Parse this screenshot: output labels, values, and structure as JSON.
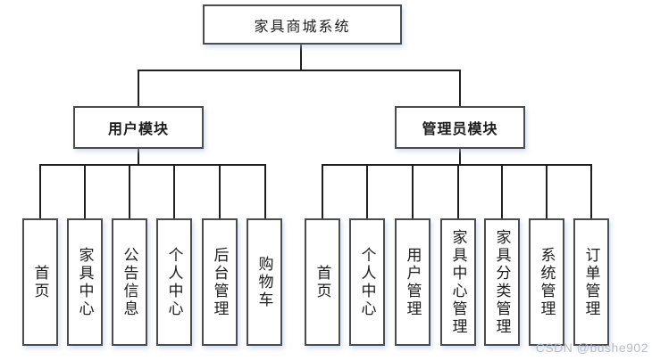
{
  "diagram": {
    "root": {
      "label": "家具商城系统"
    },
    "modules": [
      {
        "label": "用户模块",
        "children": [
          "首页",
          "家具中心",
          "公告信息",
          "个人中心",
          "后台管理",
          "购物车"
        ]
      },
      {
        "label": "管理员模块",
        "children": [
          "首页",
          "个人中心",
          "用户管理",
          "家具中心管理",
          "家具分类管理",
          "系统管理",
          "订单管理"
        ]
      }
    ]
  },
  "watermark": "CSDN @bushe902",
  "colors": {
    "line": "#1f1f1f",
    "box_border": "#4c4c4c",
    "box_fill": "#ffffff",
    "text": "#1c1c1c",
    "watermark_text": "#b7bcc4"
  }
}
